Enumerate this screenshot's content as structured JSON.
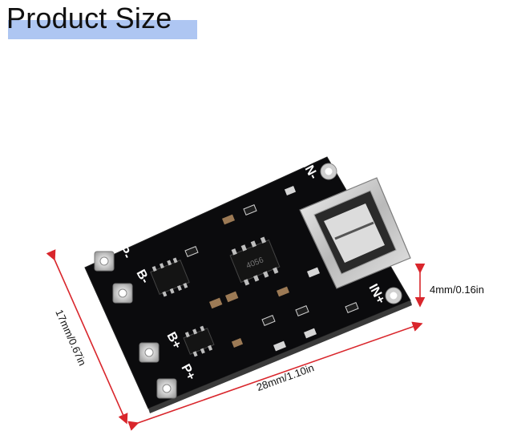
{
  "page": {
    "title": "Product Size",
    "title_highlight_color": "#aec6f2"
  },
  "dimensions": {
    "length": "28mm/1.10in",
    "width": "17mm/0.67in",
    "height": "4mm/0.16in",
    "line_color": "#d9262c"
  },
  "board": {
    "labels": {
      "p_minus": "P-",
      "b_minus": "B-",
      "b_plus": "B+",
      "p_plus": "P+",
      "in_minus": "IN-",
      "in_plus": "IN+"
    },
    "chip_marking": "4056",
    "connector": "usb-c-port-icon",
    "pcb_color": "#0b0b0d"
  }
}
